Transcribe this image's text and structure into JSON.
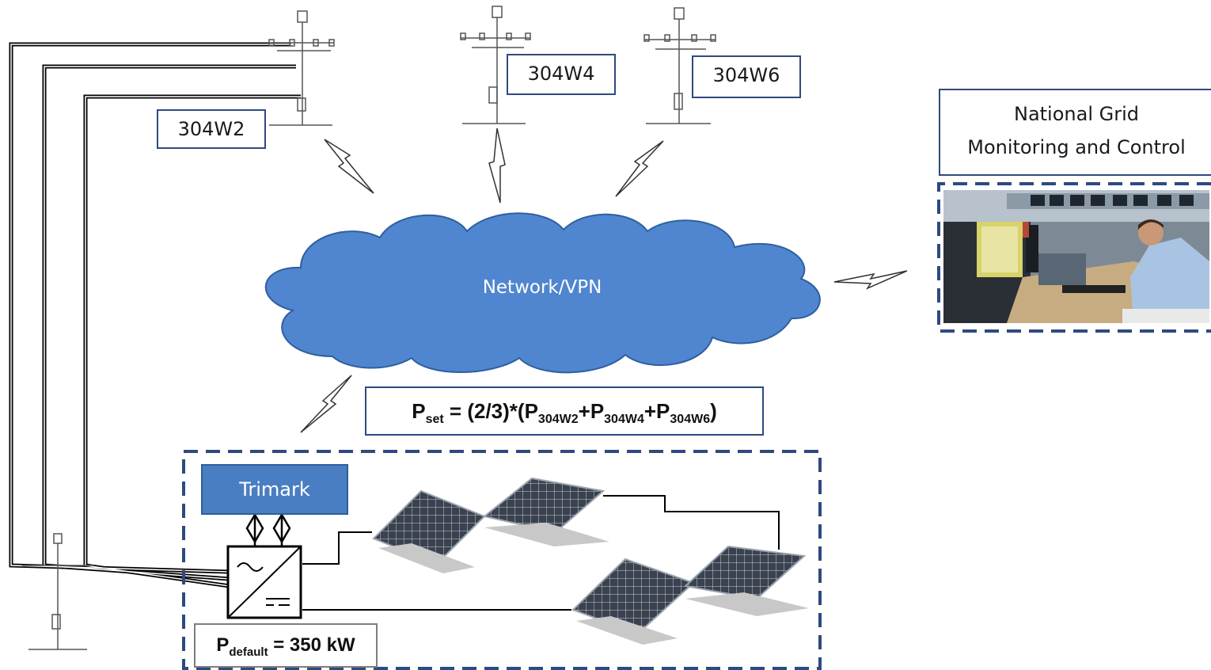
{
  "stations": [
    {
      "id": "304W2",
      "label": "304W2"
    },
    {
      "id": "304W4",
      "label": "304W4"
    },
    {
      "id": "304W6",
      "label": "304W6"
    }
  ],
  "national_grid": {
    "line1": "National Grid",
    "line2": "Monitoring and Control"
  },
  "network": {
    "label": "Network/VPN"
  },
  "formula": {
    "p": "P",
    "set_sub": "set",
    "eq": " = (2/3)*(",
    "p1": "P",
    "w2_sub": "304W2",
    "plus1": "+",
    "p2": "P",
    "w4_sub": "304W4",
    "plus2": "+",
    "p3": "P",
    "w6_sub": "304W6",
    "close": ")"
  },
  "controller": {
    "label": "Trimark"
  },
  "default_power": {
    "p": "P",
    "sub": "default",
    "value": " = 350 kW"
  },
  "colors": {
    "accent_border": "#2e4a7f",
    "cloud_fill": "#4f86cf",
    "trimark_fill": "#4a7ec3"
  },
  "icons": [
    "weather-mast-icon",
    "lightning-bolt-icon",
    "inverter-icon",
    "solar-panel-icon",
    "control-room-photo"
  ]
}
